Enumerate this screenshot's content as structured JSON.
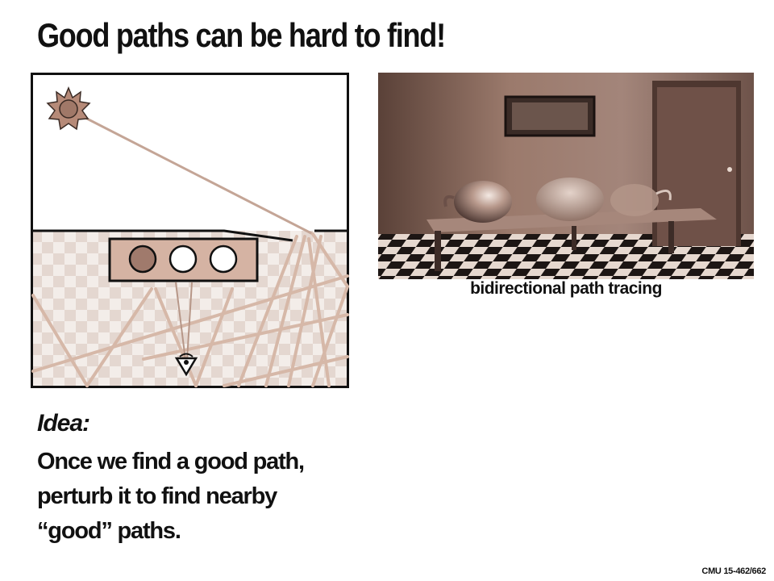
{
  "slide": {
    "title": "Good paths can be hard to find!",
    "image_caption": "bidirectional path tracing",
    "idea_heading": "Idea:",
    "idea_lines": [
      "Once we find a good path,",
      "perturb it to find nearby",
      "“good” paths."
    ],
    "footer": "CMU 15-462/662"
  },
  "colors": {
    "text": "#111111",
    "path_ray": "#d6b8a8",
    "light_ray": "#c4a596",
    "box_fill": "#d5b3a3",
    "sun_fill": "#b68a78",
    "checker_light": "#f3ede9",
    "checker_dark": "#e4d7d0"
  },
  "icons": {
    "light": "sun-icon",
    "camera": "eye-camera-icon"
  }
}
